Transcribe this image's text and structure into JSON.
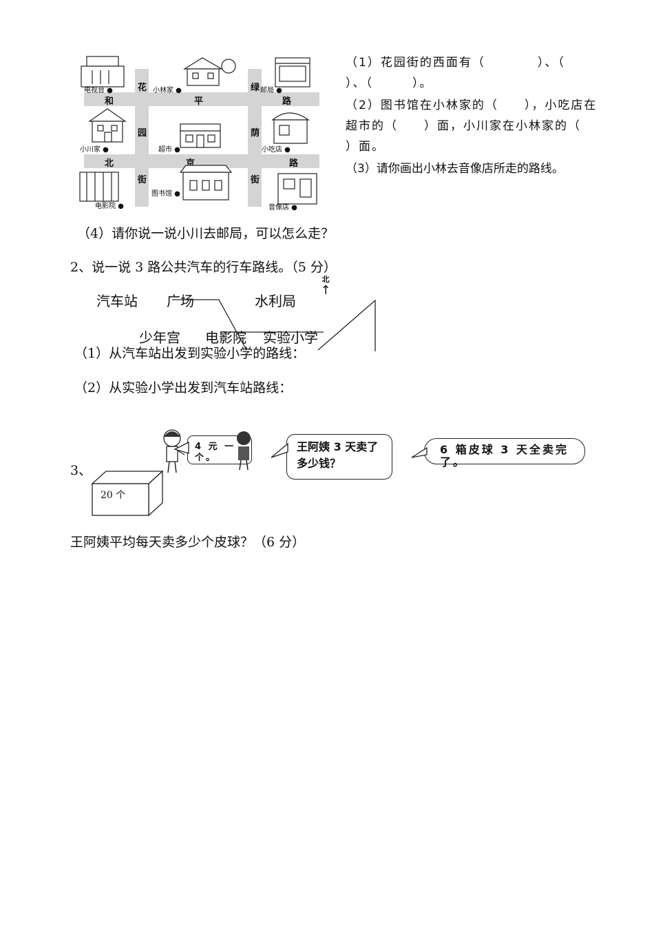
{
  "map": {
    "streets": {
      "hepinglu": [
        "和",
        "平",
        "路"
      ],
      "beijinglu": [
        "北",
        "京",
        "路"
      ],
      "huayuanjie": [
        "花",
        "园",
        "街"
      ],
      "lvyinjie": [
        "绿",
        "荫",
        "街"
      ]
    },
    "places": {
      "tv_station": "电视台",
      "xiaolin_home": "小林家",
      "post_office": "邮局",
      "xiaochuan_home": "小川家",
      "supermarket": "超市",
      "snack_shop": "小吃店",
      "cinema": "电影院",
      "library": "图书馆",
      "audio_shop": "音像店"
    }
  },
  "q1": {
    "line1": "（1）花园街的西面有（　　　　）、（",
    "line2": "）、（　　　）。",
    "line3": "（2）图书馆在小林家的（　　），小吃店在",
    "line4": "超市的（　　）面，小川家在小林家的（",
    "line5": "）面。",
    "line6": "（3）请你画出小林去音像店所走的路线。",
    "q4": "（4）请你说一说小川去邮局，可以怎么走？"
  },
  "q2": {
    "title": "2、说一说 3 路公共汽车的行车路线。（5 分）",
    "north": "北",
    "stops": {
      "bus_station": "汽车站",
      "square": "广场",
      "water_bureau": "水利局",
      "youth_palace": "少年宫",
      "cinema": "电影院",
      "school": "实验小学"
    },
    "sub1": "（1）从汽车站出发到实验小学的路线：",
    "sub2": "（2）从实验小学出发到汽车站路线："
  },
  "q3": {
    "number": "3、",
    "box_label": "20 个",
    "price_bubble": "4 元 一 个。",
    "question_bubble": "王阿姨 3 天卖了多少钱？",
    "sold_bubble": "6 箱皮球 3 天全卖完了。",
    "question": "王阿姨平均每天卖多少个皮球？（6 分）"
  }
}
